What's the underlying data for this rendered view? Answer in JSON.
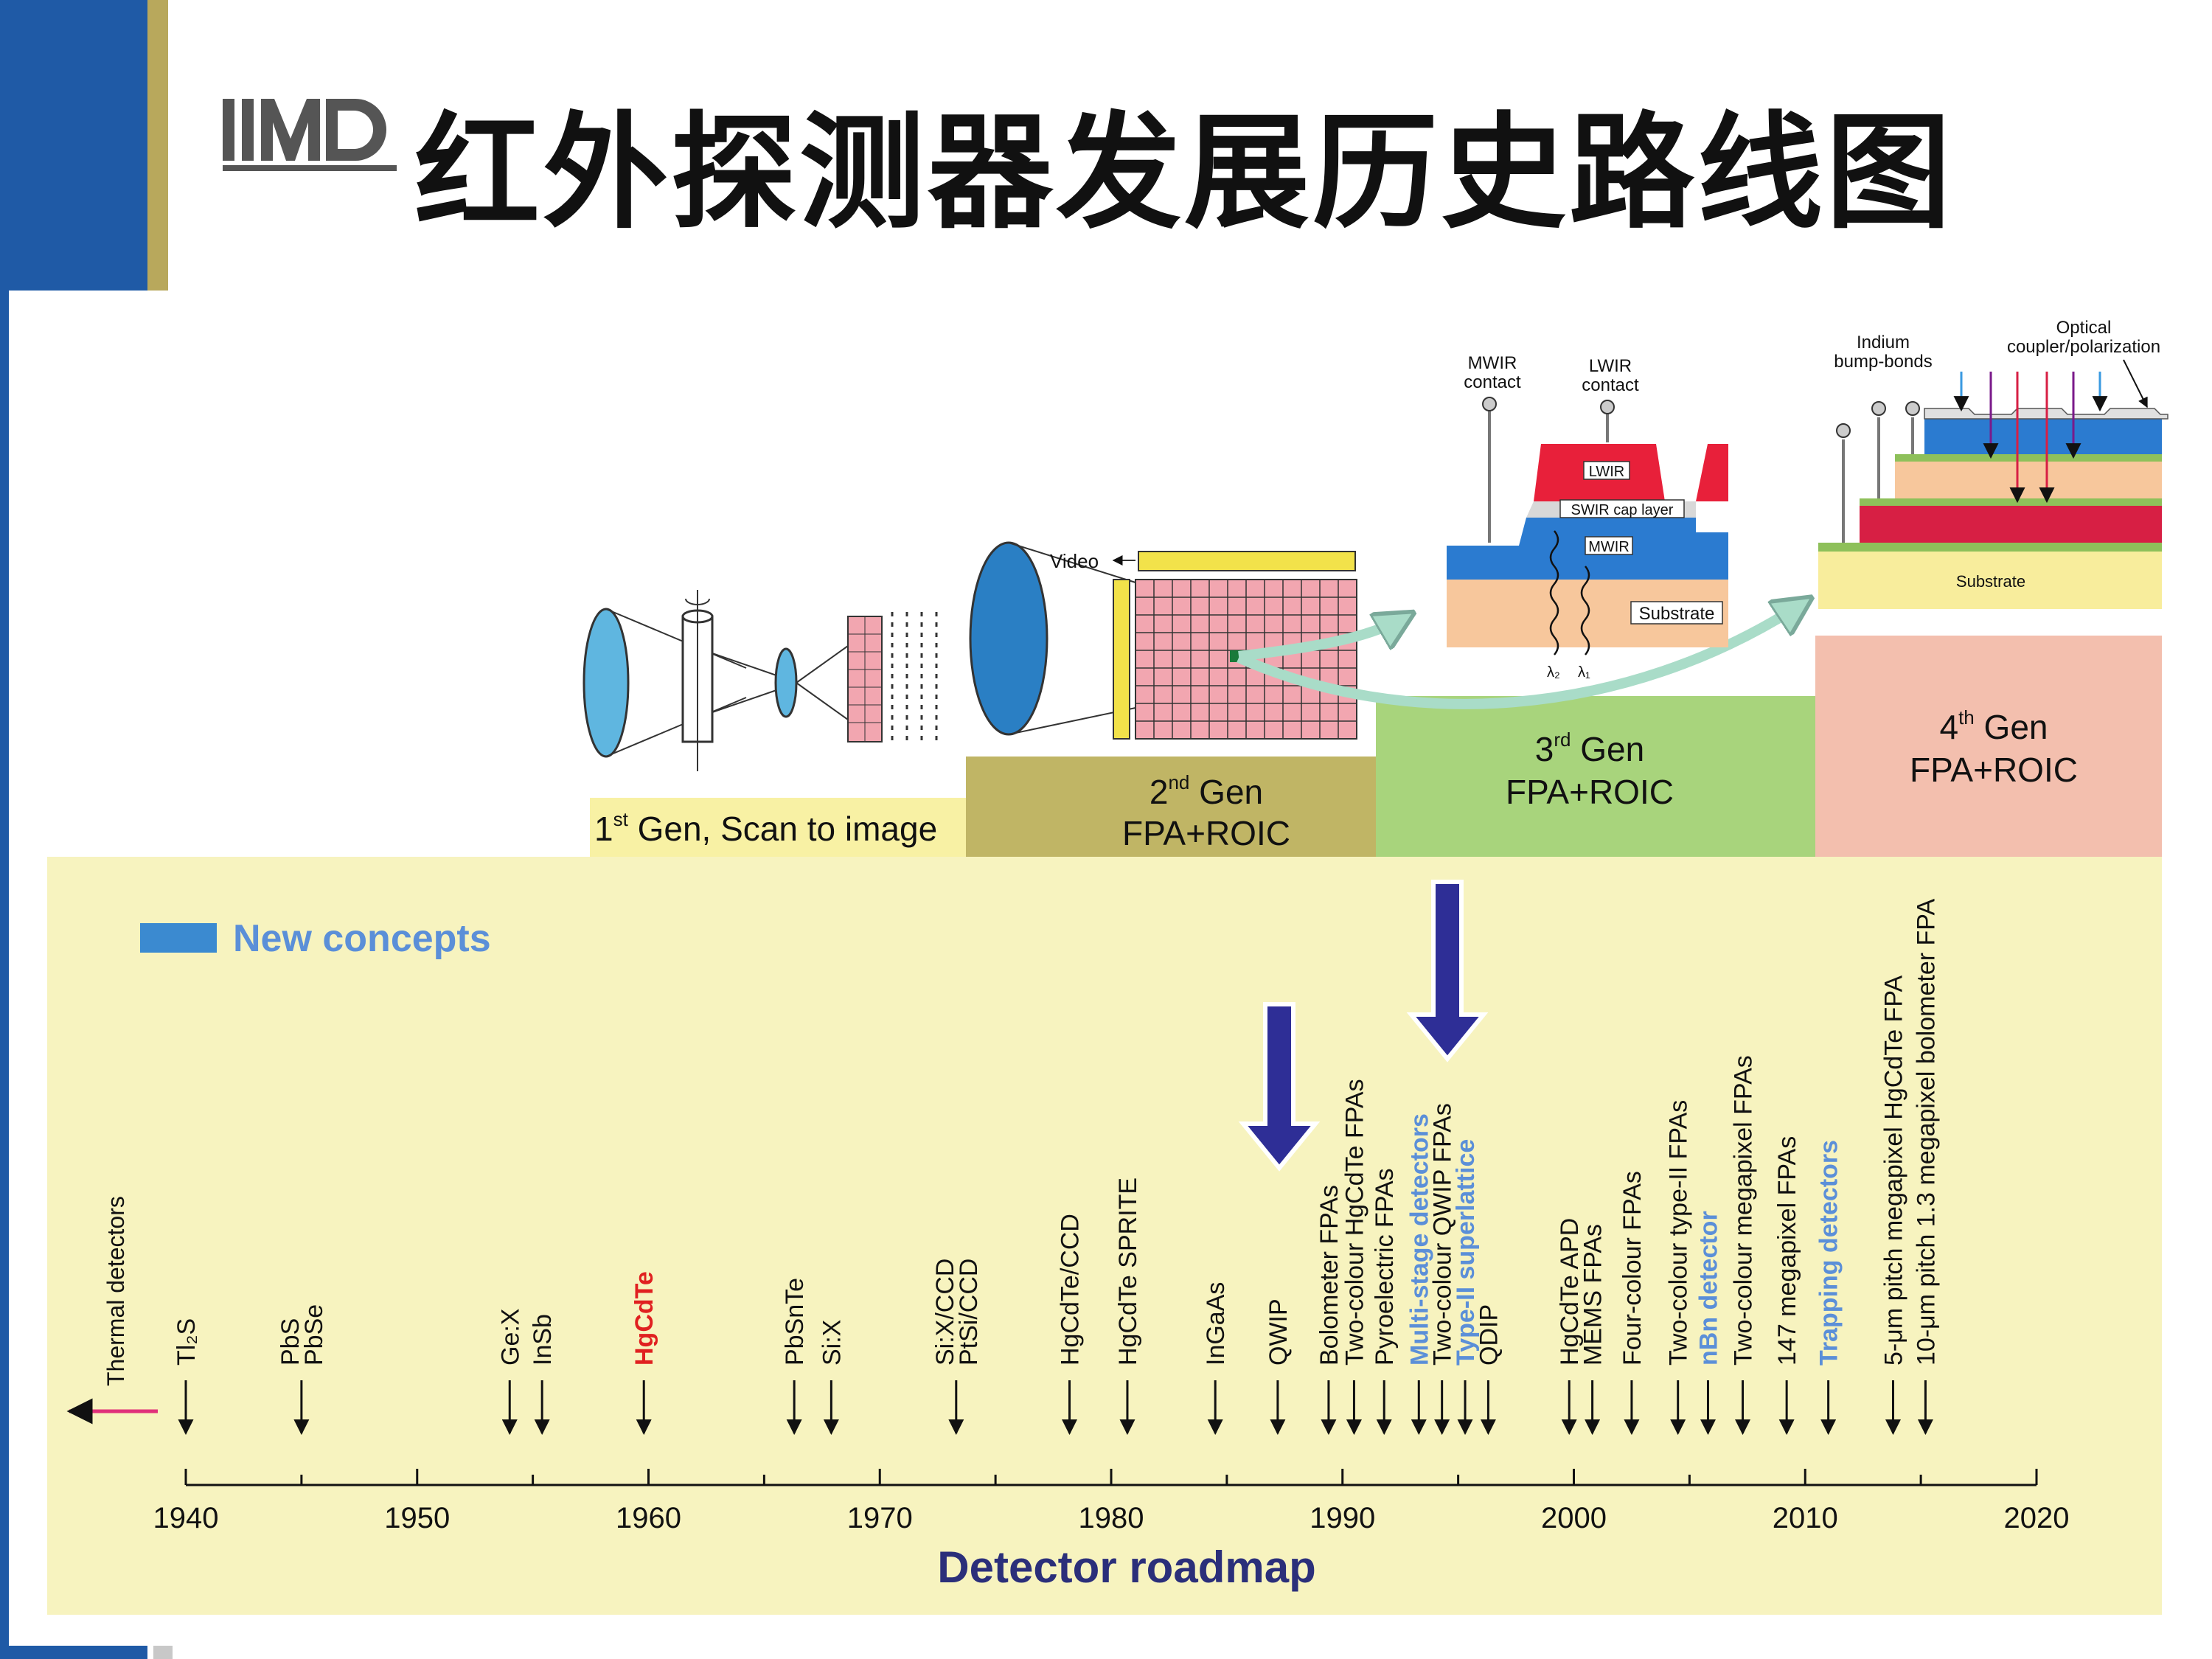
{
  "slide": {
    "title": "红外探测器发展历史路线图",
    "logo_text": "IIMD"
  },
  "generations": [
    {
      "sup": "st",
      "num": "1",
      "label": " Gen, Scan to image"
    },
    {
      "sup": "nd",
      "num": "2",
      "label_line1": " Gen",
      "label_line2": "FPA+ROIC"
    },
    {
      "sup": "rd",
      "num": "3",
      "label_line1": " Gen",
      "label_line2": "FPA+ROIC"
    },
    {
      "sup": "th",
      "num": "4",
      "label_line1": " Gen",
      "label_line2": "FPA+ROIC"
    }
  ],
  "illustration": {
    "video": "Video",
    "mwir_contact": "MWIR\ncontact",
    "lwir_contact": "LWIR\ncontact",
    "lwir": "LWIR",
    "swir_cap": "SWIR cap layer",
    "mwir": "MWIR",
    "substrate": "Substrate",
    "lambda2": "λ₂",
    "lambda1": "λ₁",
    "indium": "Indium\nbump-bonds",
    "optical": "Optical\ncoupler/polarization",
    "substrate4": "Substrate"
  },
  "roadmap": {
    "legend": "New concepts",
    "title": "Detector roadmap",
    "thermal": "Thermal detectors",
    "axis": {
      "min": 1940,
      "max": 2020,
      "ticks": [
        "1940",
        "1950",
        "1960",
        "1970",
        "1980",
        "1990",
        "2000",
        "2010",
        "2020"
      ]
    },
    "events": [
      {
        "label": "Tl₂S",
        "year": 1940,
        "style": "normal"
      },
      {
        "label": "PbS",
        "year": 1945,
        "style": "normal"
      },
      {
        "label": "PbSe",
        "year": 1945,
        "style": "normal"
      },
      {
        "label": "Ge:X",
        "year": 1954,
        "style": "normal"
      },
      {
        "label": "InSb",
        "year": 1955.4,
        "style": "normal"
      },
      {
        "label": "HgCdTe",
        "year": 1959.8,
        "style": "red"
      },
      {
        "label": "PbSnTe",
        "year": 1966.3,
        "style": "normal"
      },
      {
        "label": "Si:X",
        "year": 1967.9,
        "style": "normal"
      },
      {
        "label": "Si:X/CCD",
        "year": 1973.3,
        "style": "normal"
      },
      {
        "label": "PtSi/CCD",
        "year": 1973.3,
        "style": "normal"
      },
      {
        "label": "HgCdTe/CCD",
        "year": 1978.2,
        "style": "normal"
      },
      {
        "label": "HgCdTe SPRITE",
        "year": 1980.7,
        "style": "normal"
      },
      {
        "label": "InGaAs",
        "year": 1984.5,
        "style": "normal"
      },
      {
        "label": "QWIP",
        "year": 1987.2,
        "style": "normal"
      },
      {
        "label": "Bolometer FPAs",
        "year": 1989.4,
        "style": "normal"
      },
      {
        "label": "Two-colour HgCdTe FPAs",
        "year": 1990.5,
        "style": "normal"
      },
      {
        "label": "Pyroelectric FPAs",
        "year": 1991.8,
        "style": "normal"
      },
      {
        "label": "Multi-stage detectors",
        "year": 1993.3,
        "style": "blue"
      },
      {
        "label": "Two-colour QWIP FPAs",
        "year": 1994.3,
        "style": "normal"
      },
      {
        "label": "Type-II superlattice",
        "year": 1995.3,
        "style": "blue"
      },
      {
        "label": "QDIP",
        "year": 1996.3,
        "style": "normal"
      },
      {
        "label": "HgCdTe APD",
        "year": 1999.8,
        "style": "normal"
      },
      {
        "label": "MEMS FPAs",
        "year": 2000.8,
        "style": "normal"
      },
      {
        "label": "Four-colour FPAs",
        "year": 2002.5,
        "style": "normal"
      },
      {
        "label": "Two-colour type-II FPAs",
        "year": 2004.5,
        "style": "normal"
      },
      {
        "label": "nBn detector",
        "year": 2005.8,
        "style": "blue"
      },
      {
        "label": "Two-colour megapixel FPAs",
        "year": 2007.3,
        "style": "normal"
      },
      {
        "label": "147 megapixel FPAs",
        "year": 2009.2,
        "style": "normal"
      },
      {
        "label": "Trapping detectors",
        "year": 2011,
        "style": "blue"
      },
      {
        "label": "5-μm pitch megapixel HgCdTe FPA",
        "year": 2013.8,
        "style": "normal"
      },
      {
        "label": "10-μm pitch 1.3 megapixel bolometer FPA",
        "year": 2015.2,
        "style": "normal"
      }
    ]
  },
  "colors": {
    "brand_blue": "#1f5aa6",
    "gold": "#b8a85c",
    "roadmap_bg": "#f7f3bf",
    "gen1_bg": "#f8f1a4",
    "gen2_bg": "#c0b565",
    "gen3_bg": "#a8d47c",
    "gen4_bg": "#f3bfae",
    "legend_blue": "#3b8ad0",
    "new_concept_text": "#5b8fd8",
    "hgcdte_red": "#e02020",
    "roadmap_title": "#2b2f7a",
    "big_arrow": "#2e2e96"
  }
}
